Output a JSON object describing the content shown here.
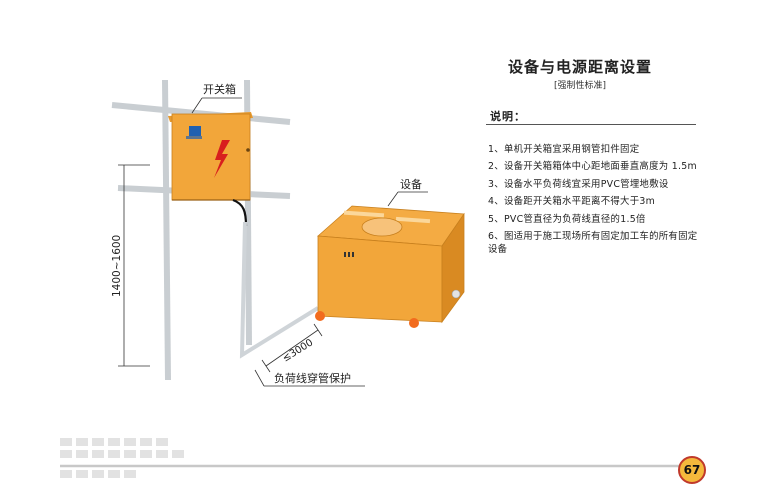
{
  "title": "设备与电源距离设置",
  "subtitle": "[强制性标准]",
  "notes_heading": "说明：",
  "notes": [
    "1、单机开关箱宜采用钢管扣件固定",
    "2、设备开关箱箱体中心距地面垂直高度为 1.5m",
    "3、设备水平负荷线宜采用PVC管埋地敷设",
    "4、设备距开关箱水平距离不得大于3m",
    "5、PVC管直径为负荷线直径的1.5倍",
    "6、图适用于施工现场所有固定加工车的所有固定设备"
  ],
  "labels": {
    "switch_box": "开关箱",
    "equipment": "设备",
    "height_dim": "1400~1600",
    "distance_dim": "≤3000",
    "conduit": "负荷线穿管保护"
  },
  "page_number": "67",
  "colors": {
    "box_orange": "#f2a63a",
    "box_dark": "#d98a22",
    "pipe": "#dfe3e6",
    "bolt_red": "#d81e1e"
  },
  "icons": [
    "lightning-icon",
    "logo-icon"
  ]
}
